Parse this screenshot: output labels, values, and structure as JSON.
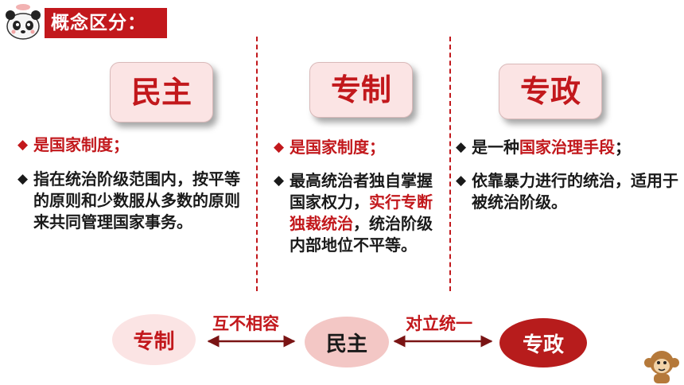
{
  "header": {
    "title": "概念区分："
  },
  "concepts": {
    "minzhu": "民主",
    "zhuanzhi": "专制",
    "zhuanzheng": "专政"
  },
  "columns": {
    "col1": {
      "p1": "是国家制度；",
      "p2": "指在统治阶级范围内，按平等的原则和少数服从多数的原则来共同管理国家事务。"
    },
    "col2": {
      "p1": "是国家制度；",
      "p2_a": "最高统治者独自掌握国家权力，",
      "p2_b": "实行专断独裁统治",
      "p2_c": "，统治阶级内部地位不平等。"
    },
    "col3": {
      "p1_a": "是一种",
      "p1_b": "国家治理手段",
      "p1_c": "；",
      "p2": "依靠暴力进行的统治，适用于被统治阶级。"
    }
  },
  "relations": {
    "left_node": "专制",
    "center_node": "民主",
    "right_node": "专政",
    "left_relation": "互不相容",
    "right_relation": "对立统一"
  },
  "colors": {
    "accent_red": "#c2181c",
    "light_pink": "#fbe4e4",
    "dark_red": "#b71c1c"
  }
}
